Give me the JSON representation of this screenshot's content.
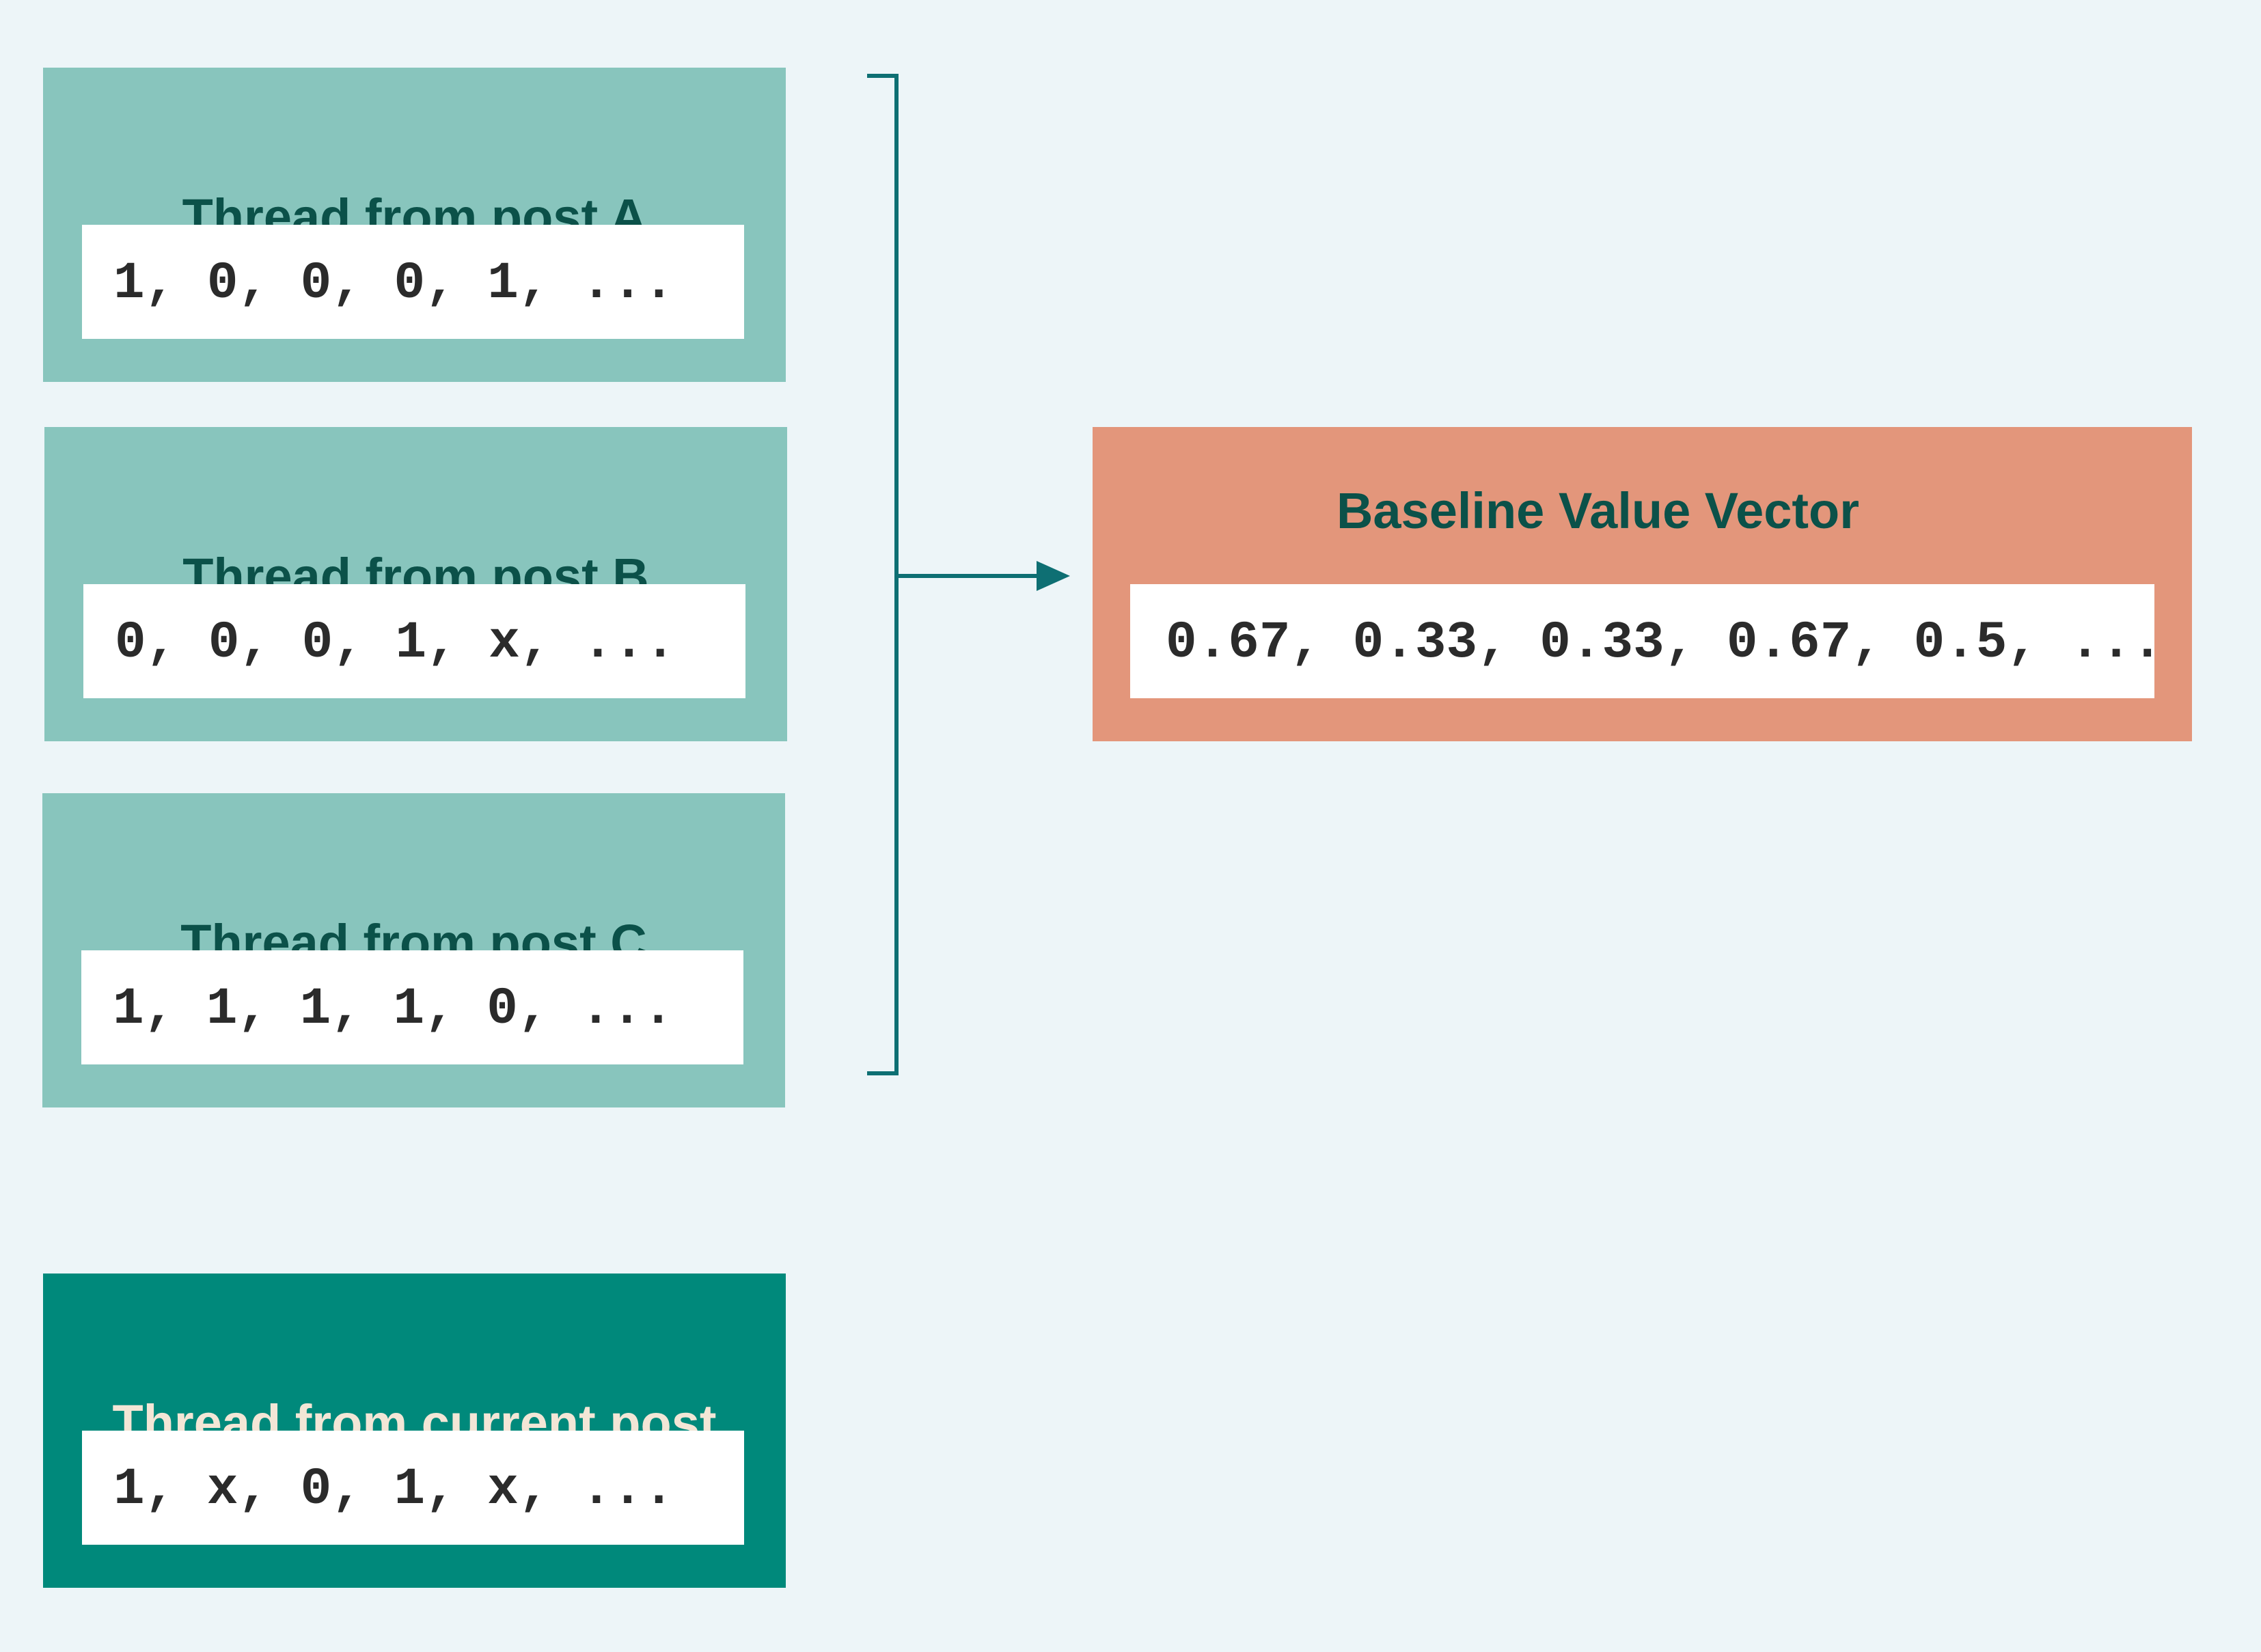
{
  "threads": [
    {
      "label": "Thread from post A",
      "values": "1, 0, 0, 0, 1, ..."
    },
    {
      "label": "Thread from post B",
      "values": "0, 0, 0, 1, x, ..."
    },
    {
      "label": "Thread from post C",
      "values": "1, 1, 1, 1, 0, ..."
    }
  ],
  "current_thread": {
    "label": "Thread from current post",
    "values": "1, x, 0, 1, x, ..."
  },
  "baseline": {
    "label": "Baseline Value Vector",
    "values": "0.67, 0.33, 0.33, 0.67, 0.5, ..."
  },
  "colors": {
    "background": "#edf5f8",
    "thread_card": "#88c5bd",
    "current_card": "#00897b",
    "baseline_card": "#e3967b",
    "title_text": "#0b5149",
    "current_title_text": "#f3e6d6",
    "connector": "#0e6f73"
  }
}
